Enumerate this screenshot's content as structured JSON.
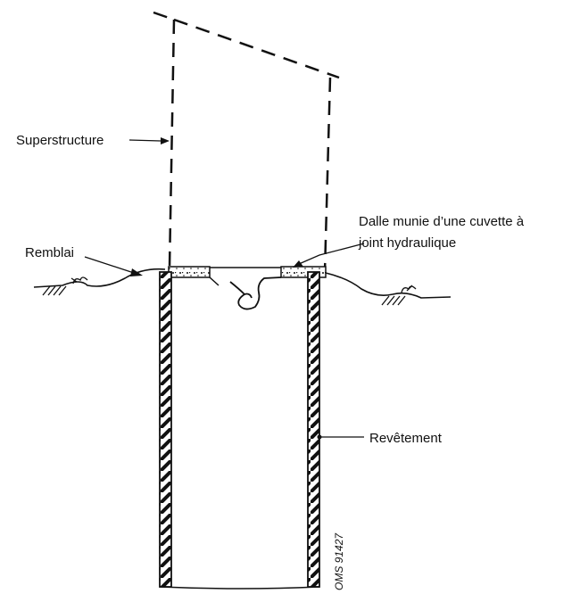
{
  "diagram": {
    "labels": {
      "superstructure": "Superstructure",
      "slab_line1": "Dalle munie d’une cuvette à",
      "slab_line2": "joint hydraulique",
      "backfill": "Remblai",
      "lining": "Revêtement"
    },
    "reference": "OMS 91427",
    "colors": {
      "ink": "#111111",
      "background": "#ffffff"
    }
  }
}
